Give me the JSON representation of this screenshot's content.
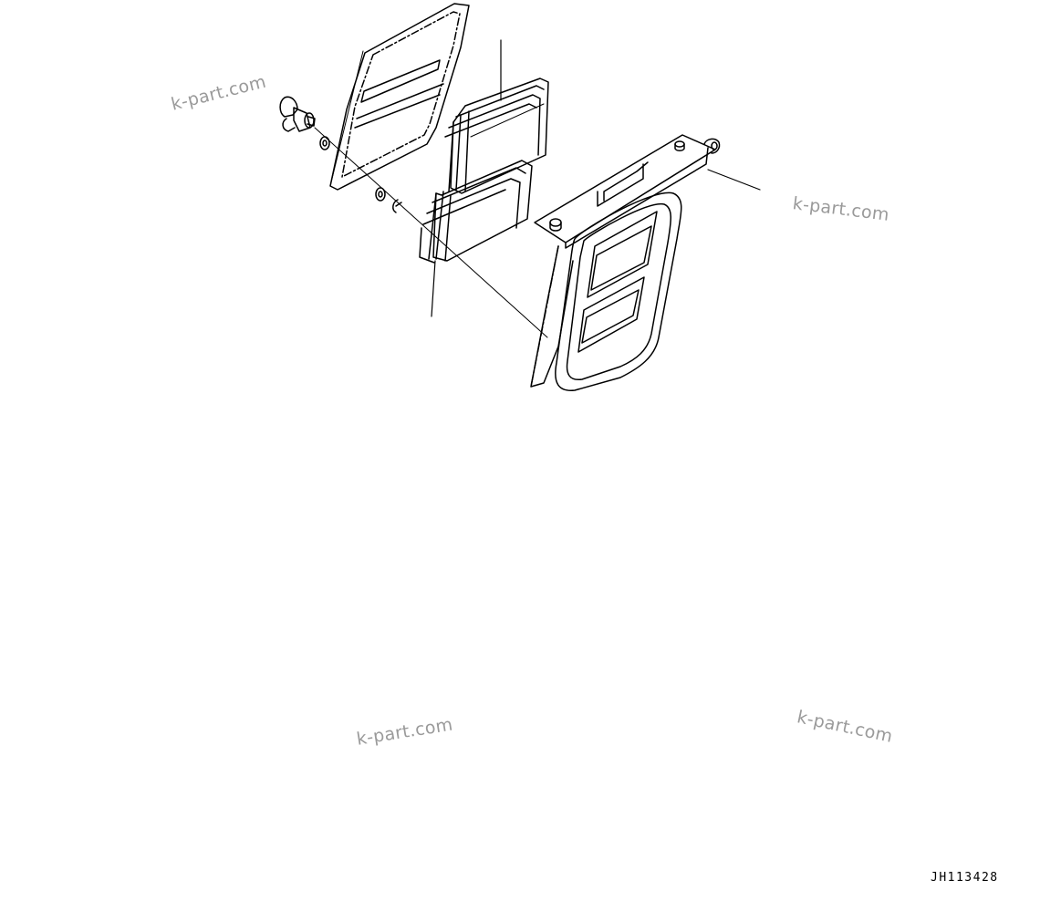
{
  "watermarks": [
    "k-part.com",
    "k-part.com",
    "k-part.com",
    "k-part.com"
  ],
  "drawing_code": "JH113428",
  "colors": {
    "line": "#000000",
    "background": "#ffffff",
    "watermark": "#9a9a9a"
  }
}
